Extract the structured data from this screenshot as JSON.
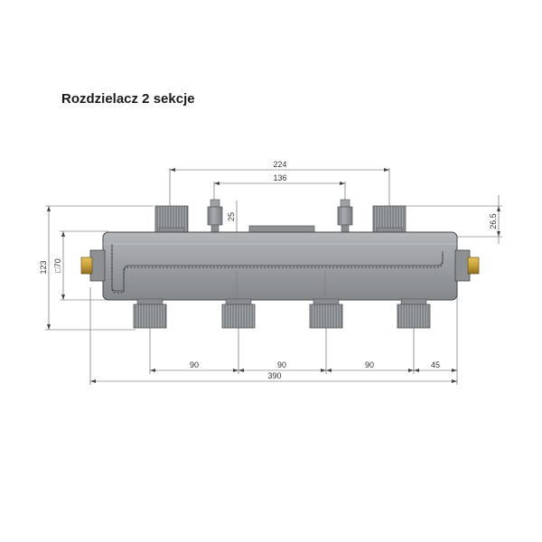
{
  "title": "Rozdzielacz 2 sekcje",
  "dimensions": {
    "top_outer": "224",
    "top_inner": "136",
    "sensor_height": "25",
    "right_height": "26.5",
    "left_total": "123",
    "left_body": "□70",
    "spacing_1": "90",
    "spacing_2": "90",
    "spacing_3": "90",
    "end_offset": "45",
    "total_length": "390"
  },
  "colors": {
    "body": "#9a9da0",
    "body_dark": "#7d8083",
    "pipe": "#8e9194",
    "brass": "#c9a13b",
    "dim_line": "#555555"
  }
}
